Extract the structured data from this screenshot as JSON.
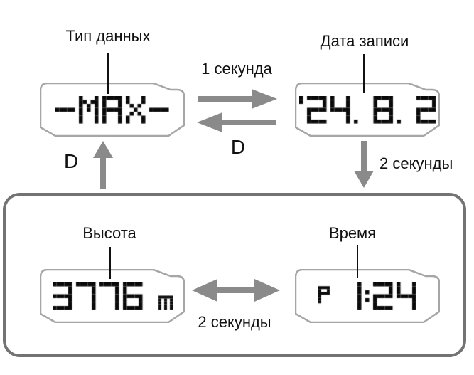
{
  "labels": {
    "data_type": "Тип данных",
    "record_date": "Дата записи",
    "one_second": "1 секунда",
    "d_swap": "D",
    "d_return": "D",
    "two_seconds_enter": "2 секунды",
    "altitude": "Высота",
    "time": "Время",
    "two_seconds_toggle": "2 секунды"
  },
  "displays": {
    "data_type": {
      "value": "-MAX-",
      "segments": [
        {
          "text": "-MAX-",
          "size": "large",
          "valign": "bottom"
        }
      ]
    },
    "record_date": {
      "value": "'24. 8. 2",
      "segments": [
        {
          "text": "'24. 8. 2",
          "size": "large",
          "valign": "bottom"
        }
      ]
    },
    "altitude": {
      "value": "3776 m",
      "segments": [
        {
          "text": "3776 ",
          "size": "large",
          "valign": "bottom"
        },
        {
          "text": "m",
          "size": "small",
          "valign": "bottom"
        }
      ]
    },
    "time": {
      "value": "P 1:24",
      "segments": [
        {
          "text": "P",
          "size": "small",
          "valign": "center"
        },
        {
          "text": "  1:24",
          "size": "large",
          "valign": "bottom"
        }
      ]
    }
  },
  "colors": {
    "ink": "#111111",
    "arrow": "#8a8a8a",
    "lcd_frame": "#a6a6a6",
    "box_border": "#737373",
    "lcd_text": "#0a0a0a",
    "background": "#ffffff"
  }
}
